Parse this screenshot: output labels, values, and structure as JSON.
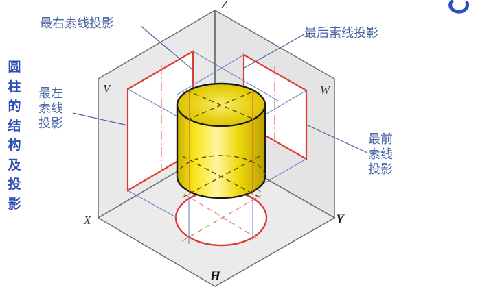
{
  "title_vertical": [
    "圆",
    "柱",
    "的",
    "结",
    "构",
    "及",
    "投",
    "影"
  ],
  "labels": {
    "rightmost": "最右素线投影",
    "rearmost": "最后素线投影",
    "leftmost": [
      "最左",
      "素线",
      "投影"
    ],
    "frontmost": [
      "最前",
      "素线",
      "投影"
    ]
  },
  "axes": {
    "z": "Z",
    "x": "X",
    "y": "Y",
    "v": "V",
    "w": "W",
    "h": "H"
  },
  "colors": {
    "plane_fill": "#e8e8e8",
    "plane_edge": "#6e6e6e",
    "projection_red": "#e03a33",
    "projector_blue": "#6f86c6",
    "cylinder_yellow": "#f2dd10",
    "label_blue": "#4b64a6",
    "title_blue": "#2f4fb5"
  }
}
